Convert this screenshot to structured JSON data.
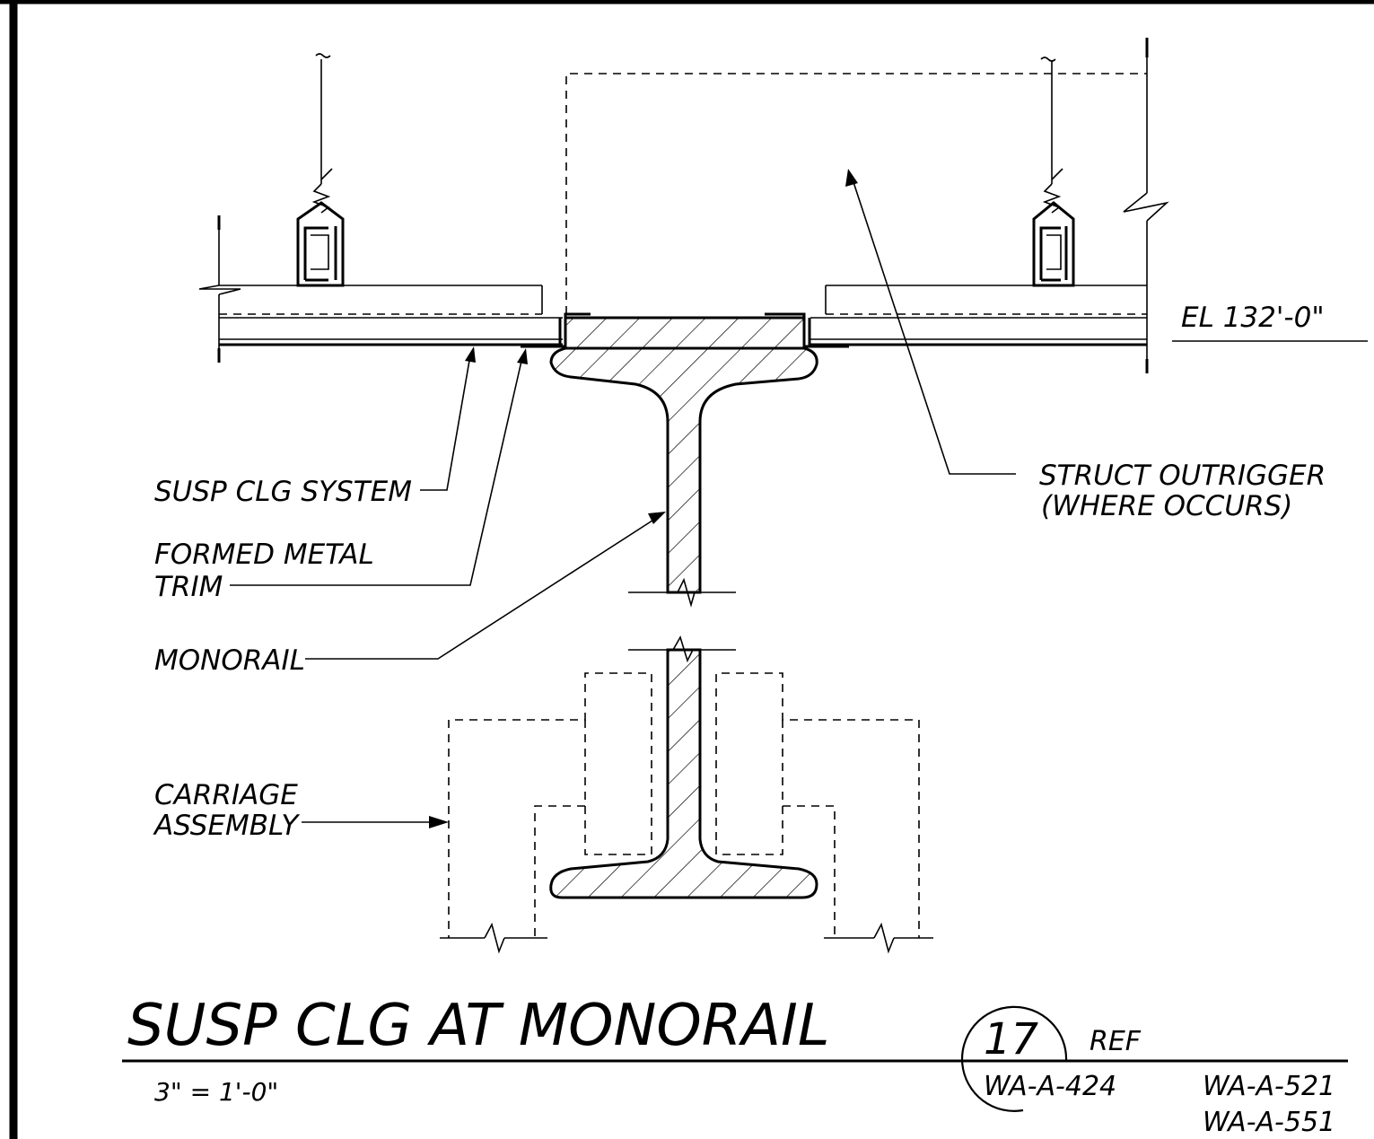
{
  "labels": {
    "susp_clg_system": "SUSP CLG SYSTEM",
    "formed_metal_1": "FORMED METAL",
    "formed_metal_2": "TRIM",
    "monorail": "MONORAIL",
    "carriage_1": "CARRIAGE",
    "carriage_2": "ASSEMBLY",
    "struct_outrigger_1": "STRUCT OUTRIGGER",
    "struct_outrigger_2": "(WHERE OCCURS)",
    "elevation": "EL 132'-0\""
  },
  "title_block": {
    "title": "SUSP CLG AT MONORAIL",
    "scale": "3\" = 1'-0\"",
    "detail_number": "17",
    "sheet": "WA-A-424",
    "ref_label": "REF",
    "ref_sheet_1": "WA-A-521",
    "ref_sheet_2": "WA-A-551"
  }
}
